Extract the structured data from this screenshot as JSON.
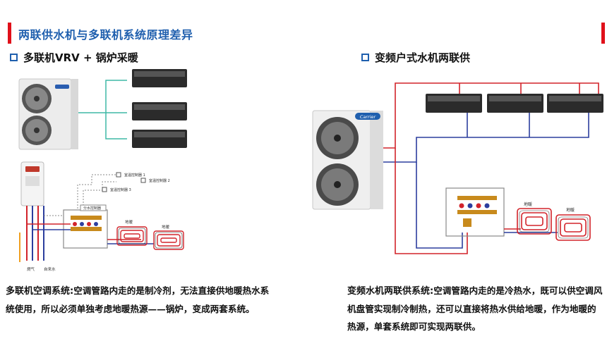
{
  "page": {
    "title": "两联供水机与多联机系统原理差异"
  },
  "left": {
    "heading": "多联机VRV + 锅炉采暖",
    "description_bold": "多联机空调系统:",
    "description_text": "空调管路内走的是制冷剂，无法直接供地暖热水系统使用，所以必须单独考虑地暖热源——锅炉，变成两套系统。",
    "labels": {
      "controller1": "室温控制器 1",
      "controller2": "室温控制器 2",
      "controller3": "室温控制器 3",
      "manifold": "分水控制器",
      "floor1": "地暖",
      "floor2": "地暖",
      "gas": "燃气",
      "cold_water": "自来水"
    }
  },
  "right": {
    "heading": "变频户式水机两联供",
    "description_bold": "变频水机两联供系统:",
    "description_text": "空调管路内走的是冷热水，既可以供空调风机盘管实现制冷制热，还可以直接将热水供给地暖，作为地暖的热源，单套系统即可实现两联供。",
    "labels": {
      "floor1": "地暖",
      "floor2": "地暖",
      "brand": "Carrier"
    }
  },
  "colors": {
    "accent_red": "#e0101a",
    "title_blue": "#1f5fae",
    "pipe_red": "#d2232a",
    "pipe_blue": "#2c3e9e",
    "pipe_teal": "#3fb9a6"
  }
}
